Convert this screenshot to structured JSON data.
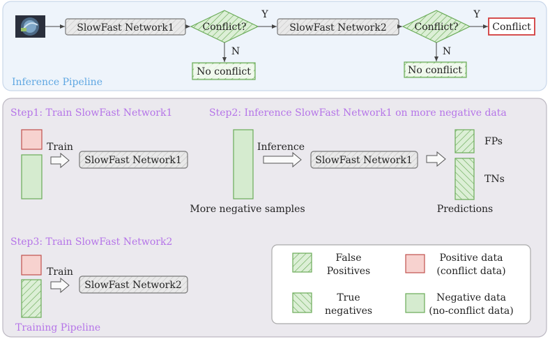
{
  "colors": {
    "inference_panel_bg": "#eef4fb",
    "inference_panel_border": "#c9d7ea",
    "training_panel_bg": "#ebe9ee",
    "training_panel_border": "#bcb8c2",
    "inference_title": "#5fa7e2",
    "step_title": "#b574e8",
    "positive_fill": "#f7d2cf",
    "positive_border": "#c0504d",
    "negative_fill": "#d5ebcf",
    "negative_border": "#6aab58",
    "network_fill": "#e7e7e7",
    "network_border": "#777777",
    "conflict_border": "#d23b3b"
  },
  "inference": {
    "title": "Inference Pipeline",
    "network1": "SlowFast Network1",
    "network2": "SlowFast Network2",
    "decision1": "Conflict?",
    "decision2": "Conflict?",
    "yes1": "Y",
    "yes2": "Y",
    "no1": "N",
    "no2": "N",
    "no_conflict1": "No conflict",
    "no_conflict2": "No conflict",
    "conflict": "Conflict",
    "input_icon": "video-frame-thumbnail"
  },
  "training": {
    "title": "Training Pipeline",
    "step1": {
      "title": "Step1: Train SlowFast Network1",
      "action": "Train",
      "network": "SlowFast Network1"
    },
    "step2": {
      "title": "Step2: Inference SlowFast Network1 on more negative data",
      "action": "Inference",
      "network": "SlowFast Network1",
      "input_label": "More negative samples",
      "output_label": "Predictions",
      "fps": "FPs",
      "tns": "TNs"
    },
    "step3": {
      "title": "Step3: Train SlowFast Network2",
      "action": "Train",
      "network": "SlowFast Network2"
    }
  },
  "legend": {
    "false_positives": [
      "False",
      "Positives"
    ],
    "true_negatives": [
      "True",
      "negatives"
    ],
    "positive_data": [
      "Positive data",
      "(conflict data)"
    ],
    "negative_data": [
      "Negative data",
      "(no-conflict data)"
    ]
  }
}
